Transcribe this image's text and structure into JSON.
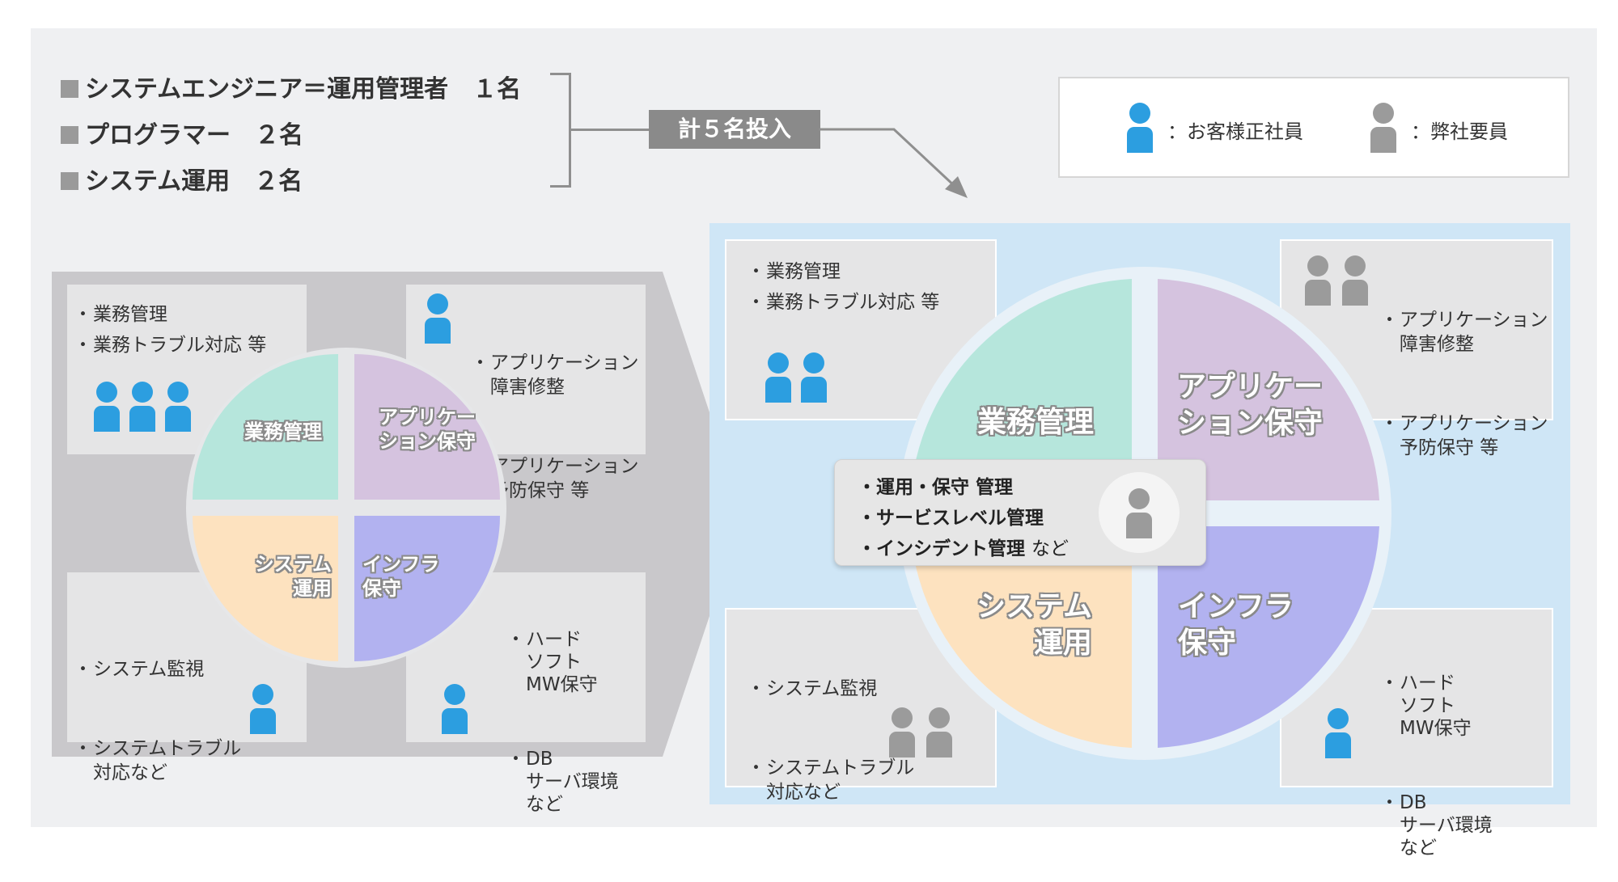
{
  "header": {
    "line1": "システムエンジニア＝運用管理者　１名",
    "line2": "プログラマー　２名",
    "line3": "システム運用　２名",
    "badge": "計５名投入"
  },
  "legend": {
    "customer": "：お客様正社員",
    "company": "：弊社要員",
    "customer_color": "#2c9ee0",
    "company_color": "#9b9b9b"
  },
  "left": {
    "quadrants": {
      "business": "業務管理",
      "application": "アプリケー\nション保守",
      "system": "システム\n運用",
      "infra": "インフラ\n保守"
    },
    "notes": {
      "business": [
        "業務管理",
        "業務トラブル対応 等"
      ],
      "application": [
        "アプリケーション\n障害修整",
        "アプリケーション\n予防保守 等"
      ],
      "system": [
        "システム監視",
        "システムトラブル\n対応など"
      ],
      "infra": [
        "ハード\nソフト\nMW保守",
        "DB\nサーバ環境\nなど"
      ]
    }
  },
  "right": {
    "quadrants": {
      "business": "業務管理",
      "application": "アプリケー\nション保守",
      "system": "システム\n運用",
      "infra": "インフラ\n保守"
    },
    "notes": {
      "business": [
        "業務管理",
        "業務トラブル対応 等"
      ],
      "application": [
        "アプリケーション\n障害修整",
        "アプリケーション\n予防保守 等"
      ],
      "system": [
        "システム監視",
        "システムトラブル\n対応など"
      ],
      "infra": [
        "ハード\nソフト\nMW保守",
        "DB\nサーバ環境\nなど"
      ]
    },
    "center": {
      "item1": "運用・保守 管理",
      "item2": "サービスレベル管理",
      "item3": "インシデント管理",
      "item3_suffix": "など"
    }
  },
  "colors": {
    "business": "#b6e6dc",
    "application": "#d5c3df",
    "system": "#fde2bf",
    "infra": "#b2b2f0"
  }
}
